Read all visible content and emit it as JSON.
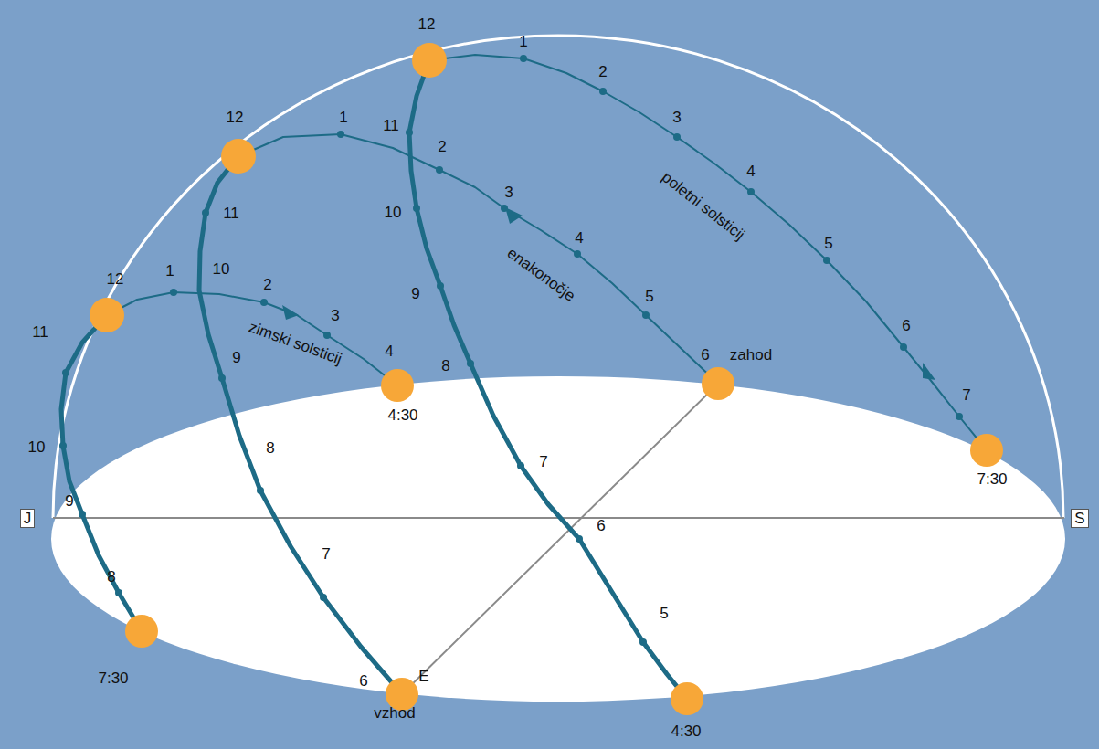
{
  "diagram": {
    "labels": [
      "12",
      "1",
      "2",
      "3",
      "4",
      "5",
      "6",
      "7",
      "7:30",
      "poletni solsticij",
      "11",
      "10",
      "9",
      "8",
      "7",
      "6",
      "5",
      "4:30",
      "12",
      "1",
      "2",
      "3",
      "4",
      "5",
      "6",
      "zahod",
      "enakonočje",
      "11",
      "10",
      "9",
      "8",
      "7",
      "6",
      "E",
      "vzhod",
      "12",
      "1",
      "2",
      "3",
      "4",
      "4:30",
      "zimski solsticij",
      "11",
      "10",
      "9",
      "8",
      "7:30",
      "J",
      "S"
    ]
  }
}
